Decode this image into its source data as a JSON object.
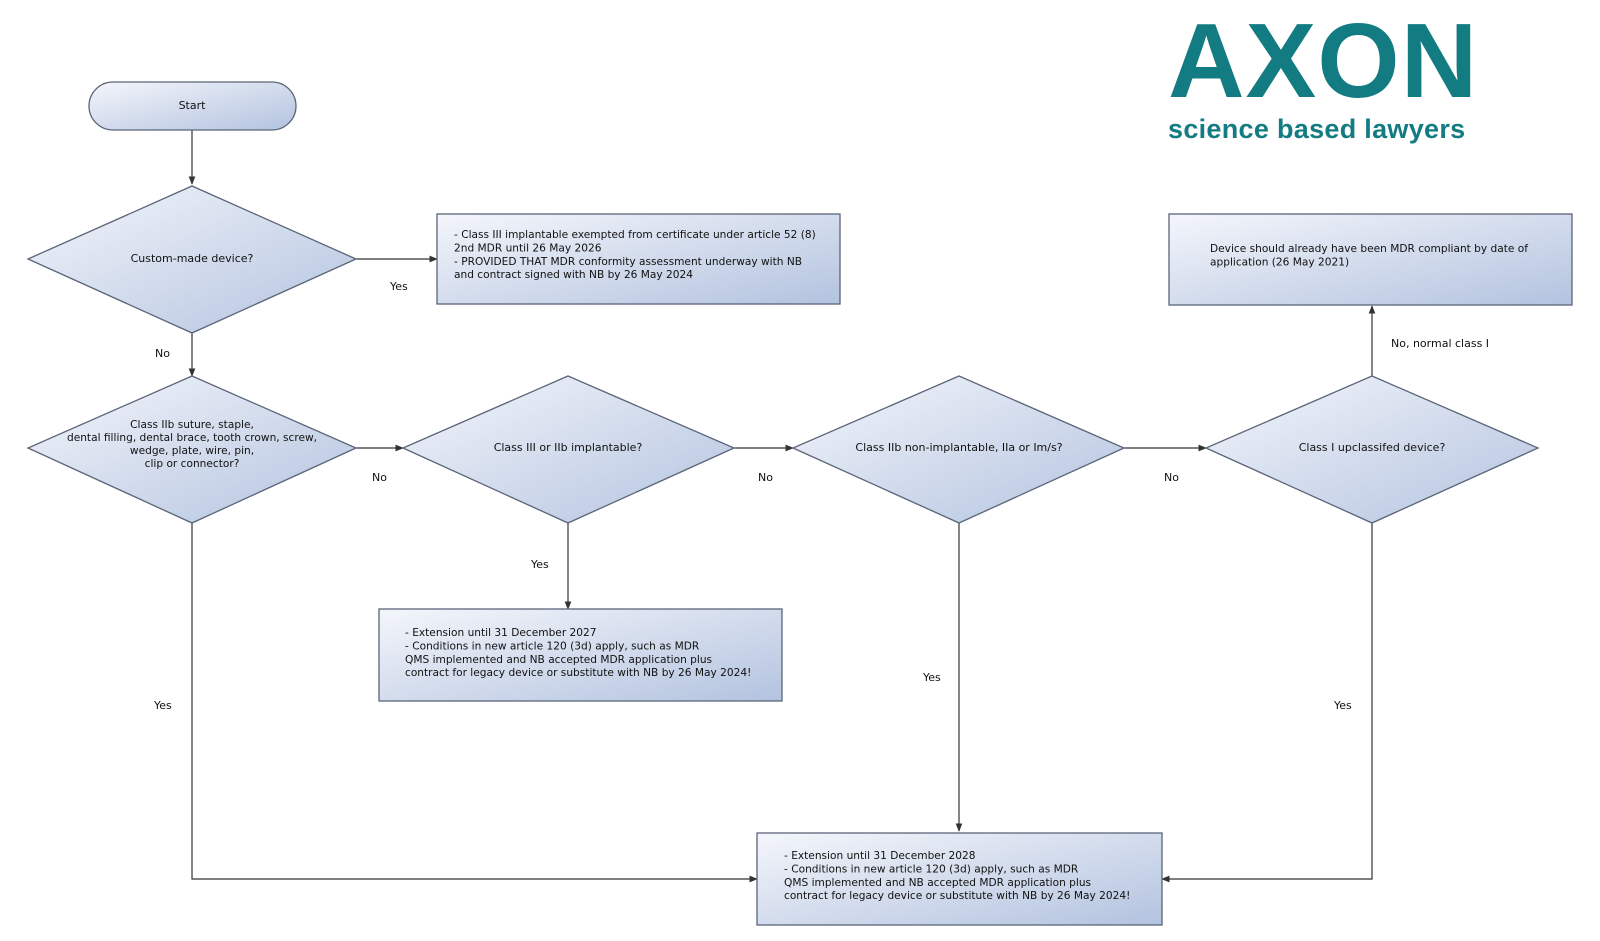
{
  "logo": {
    "wordmark": "AXON",
    "tagline": "science based lawyers"
  },
  "colors": {
    "brand": "#137c82",
    "shape_fill_light": "#f2f5fb",
    "shape_fill_dark": "#b7c6e0",
    "stroke": "#5a6478",
    "line": "#333333",
    "text": "#111111"
  },
  "nodes": {
    "start": {
      "lines": [
        "Start"
      ]
    },
    "custom": {
      "lines": [
        "Custom-made device?"
      ]
    },
    "custom_box": {
      "lines": [
        "- Class III implantable exempted from certificate under article 52 (8)",
        "2nd MDR until 26 May 2026",
        "- PROVIDED THAT MDR conformity assessment underway with NB",
        "and contract signed with NB by 26 May 2024"
      ]
    },
    "class2b_list": {
      "lines": [
        "Class IIb suture, staple,",
        "dental filling, dental brace, tooth crown, screw,",
        "wedge, plate, wire, pin,",
        "clip or connector?"
      ]
    },
    "class3": {
      "lines": [
        "Class III or IIb implantable?"
      ]
    },
    "class2b_non": {
      "lines": [
        "Class IIb non-implantable, IIa or Im/s?"
      ]
    },
    "class1": {
      "lines": [
        "Class I upclassifed device?"
      ]
    },
    "compliant_box": {
      "lines": [
        "Device should already have been MDR compliant by date of",
        "application (26 May 2021)"
      ]
    },
    "ext2027": {
      "lines": [
        "- Extension until 31 December 2027",
        "- Conditions in new article 120 (3d) apply, such as MDR",
        "QMS implemented and NB accepted MDR application plus",
        "contract for legacy device or substitute with NB by 26 May 2024!"
      ]
    },
    "ext2028": {
      "lines": [
        "- Extension until 31 December 2028",
        "- Conditions in new article 120 (3d) apply, such as MDR",
        "QMS implemented and NB accepted MDR application plus",
        "contract for legacy device or substitute with NB by 26 May 2024!"
      ]
    }
  },
  "edge_labels": {
    "custom_yes": "Yes",
    "custom_no": "No",
    "list_no": "No",
    "list_yes": "Yes",
    "class3_no": "No",
    "class3_yes": "Yes",
    "non_no": "No",
    "non_yes": "Yes",
    "class1_no": "No, normal class I",
    "class1_yes": "Yes"
  }
}
